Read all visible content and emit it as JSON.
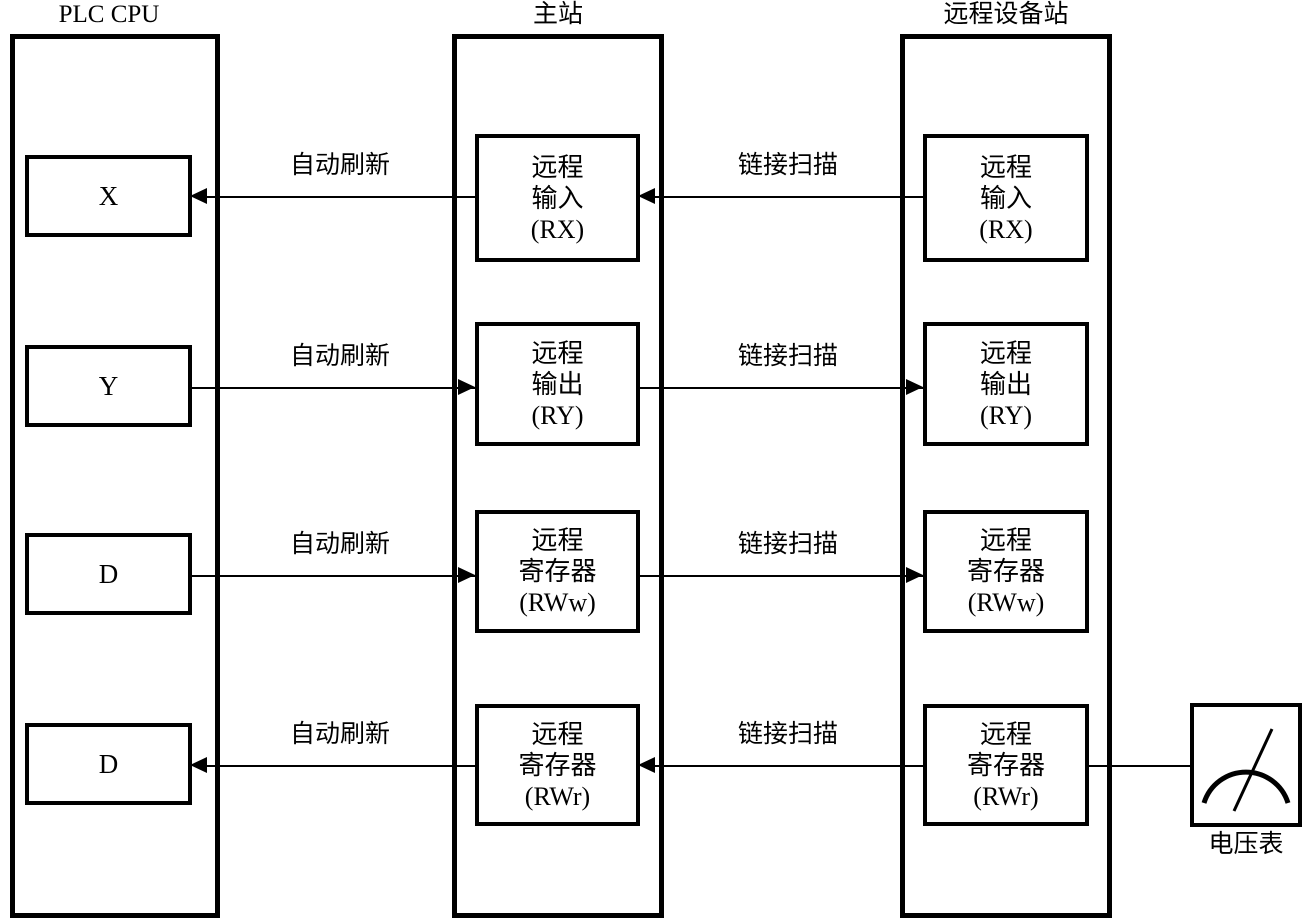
{
  "diagram": {
    "title_plc": "PLC CPU",
    "title_master": "主站",
    "title_remote": "远程设备站",
    "columns": [
      {
        "key": "plc",
        "label": "PLC CPU"
      },
      {
        "key": "master",
        "label": "主站"
      },
      {
        "key": "remote",
        "label": "远程设备站"
      }
    ],
    "rows": [
      {
        "plc_device": "X",
        "master_box": {
          "line1": "远程",
          "line2": "输入",
          "line3": "(RX)"
        },
        "remote_box": {
          "line1": "远程",
          "line2": "输入",
          "line3": "(RX)"
        },
        "left_link_label": "自动刷新",
        "right_link_label": "链接扫描",
        "left_direction": "left",
        "right_direction": "left"
      },
      {
        "plc_device": "Y",
        "master_box": {
          "line1": "远程",
          "line2": "输出",
          "line3": "(RY)"
        },
        "remote_box": {
          "line1": "远程",
          "line2": "输出",
          "line3": "(RY)"
        },
        "left_link_label": "自动刷新",
        "right_link_label": "链接扫描",
        "left_direction": "right",
        "right_direction": "right"
      },
      {
        "plc_device": "D",
        "master_box": {
          "line1": "远程",
          "line2": "寄存器",
          "line3": "(RWw)"
        },
        "remote_box": {
          "line1": "远程",
          "line2": "寄存器",
          "line3": "(RWw)"
        },
        "left_link_label": "自动刷新",
        "right_link_label": "链接扫描",
        "left_direction": "right",
        "right_direction": "right"
      },
      {
        "plc_device": "D",
        "master_box": {
          "line1": "远程",
          "line2": "寄存器",
          "line3": "(RWr)"
        },
        "remote_box": {
          "line1": "远程",
          "line2": "寄存器",
          "line3": "(RWr)"
        },
        "left_link_label": "自动刷新",
        "right_link_label": "链接扫描",
        "left_direction": "left",
        "right_direction": "left"
      }
    ],
    "meter": {
      "caption": "电压表",
      "icon": "analog-gauge"
    },
    "colors": {
      "line": "#000000",
      "background": "#ffffff",
      "text": "#000000"
    }
  }
}
